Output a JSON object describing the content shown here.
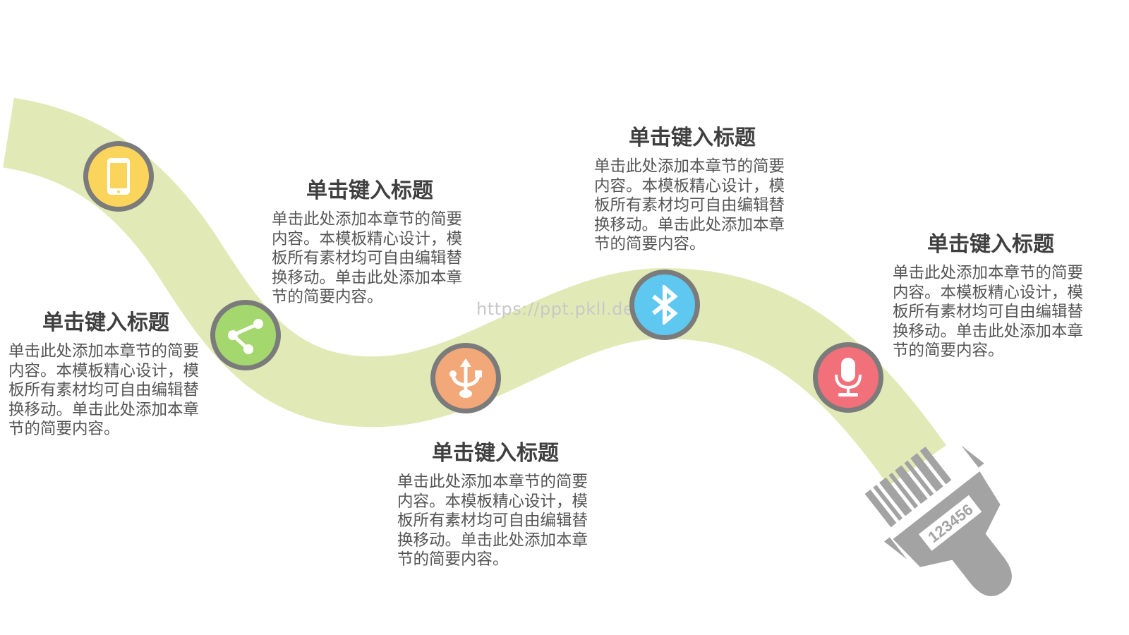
{
  "watermark": "https://ppt.pkll.de",
  "brush_label": "123456",
  "colors": {
    "ribbon": "#e1eab6",
    "ring": "#7b7b7b",
    "brush": "#a3a3a3",
    "yellow": "#fbd45c",
    "green": "#a4d86e",
    "orange": "#f2a878",
    "blue": "#5ec8f0",
    "red": "#f2707a"
  },
  "steps": [
    {
      "icon": "smartphone-icon",
      "title": "单击键入标题",
      "body": "单击此处添加本章节的简要内容。本模板精心设计，模板所有素材均可自由编辑替换移动。单击此处添加本章节的简要内容。"
    },
    {
      "icon": "share-icon",
      "title": "单击键入标题",
      "body": "单击此处添加本章节的简要内容。本模板精心设计，模板所有素材均可自由编辑替换移动。单击此处添加本章节的简要内容。"
    },
    {
      "icon": "usb-icon",
      "title": "单击键入标题",
      "body": "单击此处添加本章节的简要内容。本模板精心设计，模板所有素材均可自由编辑替换移动。单击此处添加本章节的简要内容。"
    },
    {
      "icon": "bluetooth-icon",
      "title": "单击键入标题",
      "body": "单击此处添加本章节的简要内容。本模板精心设计，模板所有素材均可自由编辑替换移动。单击此处添加本章节的简要内容。"
    },
    {
      "icon": "microphone-icon",
      "title": "单击键入标题",
      "body": "单击此处添加本章节的简要内容。本模板精心设计，模板所有素材均可自由编辑替换移动。单击此处添加本章节的简要内容。"
    }
  ]
}
